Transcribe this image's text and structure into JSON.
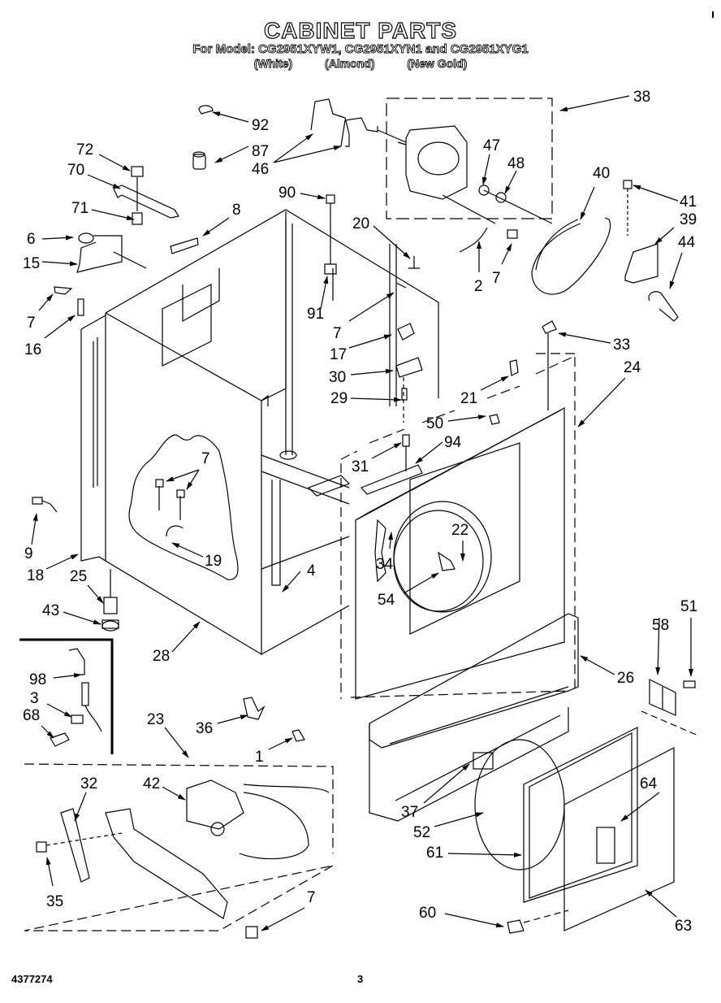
{
  "header": {
    "title": "CABINET PARTS",
    "models": "For Model: CG2951XYW1, CG2951XYN1 and CG2951XYG1",
    "colors": [
      "(White)",
      "(Almond)",
      "(New Gold)"
    ]
  },
  "footer": {
    "doc_number": "4377274",
    "page_number": "3"
  },
  "callouts": {
    "c92": "92",
    "c87": "87",
    "c46": "46",
    "c72": "72",
    "c70": "70",
    "c71": "71",
    "c8": "8",
    "c6": "6",
    "c15": "15",
    "c7a": "7",
    "c16": "16",
    "c90": "90",
    "c91": "91",
    "c20": "20",
    "c38": "38",
    "c47": "47",
    "c48": "48",
    "c40": "40",
    "c41": "41",
    "c39": "39",
    "c44": "44",
    "c2": "2",
    "c7b": "7",
    "c7c": "7",
    "c17": "17",
    "c30": "30",
    "c29": "29",
    "c21": "21",
    "c33": "33",
    "c24": "24",
    "c50": "50",
    "c31": "31",
    "c94": "94",
    "c9": "9",
    "c18": "18",
    "c7d": "7",
    "c19": "19",
    "c25": "25",
    "c43": "43",
    "c4": "4",
    "c28": "28",
    "c22": "22",
    "c34": "34",
    "c54": "54",
    "c26": "26",
    "c58": "58",
    "c51": "51",
    "c98": "98",
    "c3": "3",
    "c68": "68",
    "c23": "23",
    "c36": "36",
    "c1": "1",
    "c32": "32",
    "c42": "42",
    "c35": "35",
    "c7e": "7",
    "c37": "37",
    "c52": "52",
    "c61": "61",
    "c64": "64",
    "c60": "60",
    "c63": "63"
  }
}
